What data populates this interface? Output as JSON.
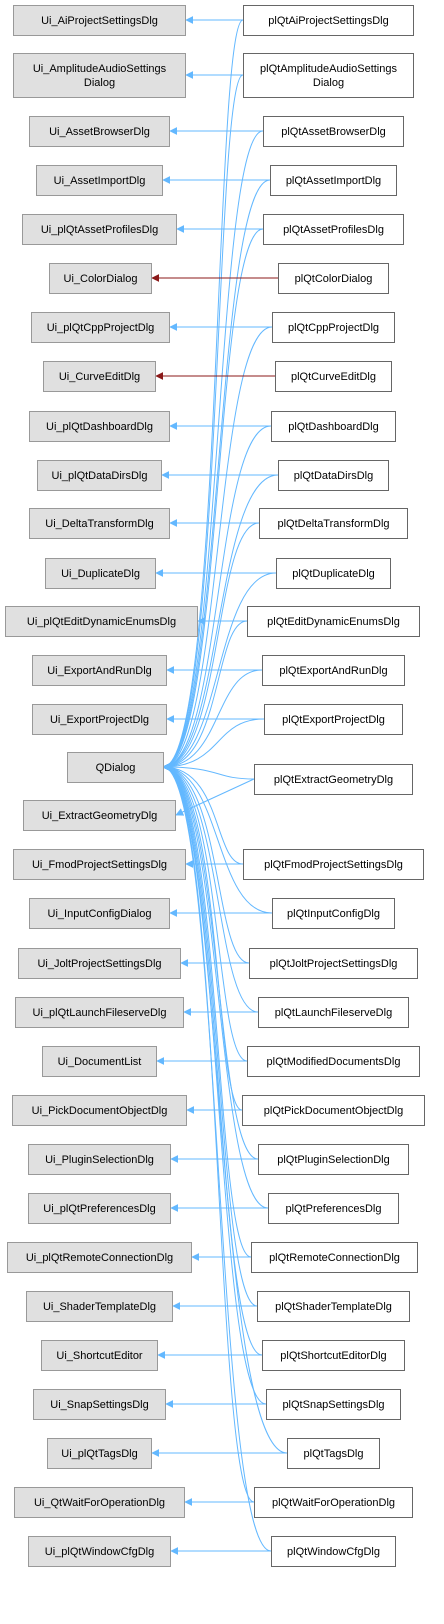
{
  "diagram": {
    "type": "class-inheritance-graph",
    "colors": {
      "left_fill": "#e0e0e0",
      "left_stroke": "#999999",
      "right_fill": "#ffffff",
      "right_stroke": "#666666",
      "edge_usage": "#63b8ff",
      "edge_inherit": "#8b1a1a"
    },
    "root": {
      "id": "qdialog",
      "label": "QDialog"
    },
    "left_nodes": [
      {
        "id": "l0",
        "lines": [
          "Ui_AiProjectSettingsDlg"
        ]
      },
      {
        "id": "l1",
        "lines": [
          "Ui_AmplitudeAudioSettings",
          "Dialog"
        ]
      },
      {
        "id": "l2",
        "lines": [
          "Ui_AssetBrowserDlg"
        ]
      },
      {
        "id": "l3",
        "lines": [
          "Ui_AssetImportDlg"
        ]
      },
      {
        "id": "l4",
        "lines": [
          "Ui_plQtAssetProfilesDlg"
        ]
      },
      {
        "id": "l5",
        "lines": [
          "Ui_ColorDialog"
        ]
      },
      {
        "id": "l6",
        "lines": [
          "Ui_plQtCppProjectDlg"
        ]
      },
      {
        "id": "l7",
        "lines": [
          "Ui_CurveEditDlg"
        ]
      },
      {
        "id": "l8",
        "lines": [
          "Ui_plQtDashboardDlg"
        ]
      },
      {
        "id": "l9",
        "lines": [
          "Ui_plQtDataDirsDlg"
        ]
      },
      {
        "id": "l10",
        "lines": [
          "Ui_DeltaTransformDlg"
        ]
      },
      {
        "id": "l11",
        "lines": [
          "Ui_DuplicateDlg"
        ]
      },
      {
        "id": "l12",
        "lines": [
          "Ui_plQtEditDynamicEnumsDlg"
        ]
      },
      {
        "id": "l13",
        "lines": [
          "Ui_ExportAndRunDlg"
        ]
      },
      {
        "id": "l14",
        "lines": [
          "Ui_ExportProjectDlg"
        ]
      },
      {
        "id": "l15",
        "lines": [
          "Ui_ExtractGeometryDlg"
        ]
      },
      {
        "id": "l16",
        "lines": [
          "Ui_FmodProjectSettingsDlg"
        ]
      },
      {
        "id": "l17",
        "lines": [
          "Ui_InputConfigDialog"
        ]
      },
      {
        "id": "l18",
        "lines": [
          "Ui_JoltProjectSettingsDlg"
        ]
      },
      {
        "id": "l19",
        "lines": [
          "Ui_plQtLaunchFileserveDlg"
        ]
      },
      {
        "id": "l20",
        "lines": [
          "Ui_DocumentList"
        ]
      },
      {
        "id": "l21",
        "lines": [
          "Ui_PickDocumentObjectDlg"
        ]
      },
      {
        "id": "l22",
        "lines": [
          "Ui_PluginSelectionDlg"
        ]
      },
      {
        "id": "l23",
        "lines": [
          "Ui_plQtPreferencesDlg"
        ]
      },
      {
        "id": "l24",
        "lines": [
          "Ui_plQtRemoteConnectionDlg"
        ]
      },
      {
        "id": "l25",
        "lines": [
          "Ui_ShaderTemplateDlg"
        ]
      },
      {
        "id": "l26",
        "lines": [
          "Ui_ShortcutEditor"
        ]
      },
      {
        "id": "l27",
        "lines": [
          "Ui_SnapSettingsDlg"
        ]
      },
      {
        "id": "l28",
        "lines": [
          "Ui_plQtTagsDlg"
        ]
      },
      {
        "id": "l29",
        "lines": [
          "Ui_QtWaitForOperationDlg"
        ]
      },
      {
        "id": "l30",
        "lines": [
          "Ui_plQtWindowCfgDlg"
        ]
      }
    ],
    "right_nodes": [
      {
        "id": "r0",
        "lines": [
          "plQtAiProjectSettingsDlg"
        ],
        "uses": "l0"
      },
      {
        "id": "r1",
        "lines": [
          "plQtAmplitudeAudioSettings",
          "Dialog"
        ],
        "uses": "l1"
      },
      {
        "id": "r2",
        "lines": [
          "plQtAssetBrowserDlg"
        ],
        "uses": "l2"
      },
      {
        "id": "r3",
        "lines": [
          "plQtAssetImportDlg"
        ],
        "uses": "l3"
      },
      {
        "id": "r4",
        "lines": [
          "plQtAssetProfilesDlg"
        ],
        "uses": "l4"
      },
      {
        "id": "r5",
        "lines": [
          "plQtColorDialog"
        ],
        "uses": "l5",
        "edge_kind": "inherit"
      },
      {
        "id": "r6",
        "lines": [
          "plQtCppProjectDlg"
        ],
        "uses": "l6"
      },
      {
        "id": "r7",
        "lines": [
          "plQtCurveEditDlg"
        ],
        "uses": "l7",
        "edge_kind": "inherit"
      },
      {
        "id": "r8",
        "lines": [
          "plQtDashboardDlg"
        ],
        "uses": "l8"
      },
      {
        "id": "r9",
        "lines": [
          "plQtDataDirsDlg"
        ],
        "uses": "l9"
      },
      {
        "id": "r10",
        "lines": [
          "plQtDeltaTransformDlg"
        ],
        "uses": "l10"
      },
      {
        "id": "r11",
        "lines": [
          "plQtDuplicateDlg"
        ],
        "uses": "l11"
      },
      {
        "id": "r12",
        "lines": [
          "plQtEditDynamicEnumsDlg"
        ],
        "uses": "l12"
      },
      {
        "id": "r13",
        "lines": [
          "plQtExportAndRunDlg"
        ],
        "uses": "l13"
      },
      {
        "id": "r14",
        "lines": [
          "plQtExportProjectDlg"
        ],
        "uses": "l14"
      },
      {
        "id": "r15",
        "lines": [
          "plQtExtractGeometryDlg"
        ],
        "uses": "l15"
      },
      {
        "id": "r16",
        "lines": [
          "plQtFmodProjectSettingsDlg"
        ],
        "uses": "l16"
      },
      {
        "id": "r17",
        "lines": [
          "plQtInputConfigDlg"
        ],
        "uses": "l17"
      },
      {
        "id": "r18",
        "lines": [
          "plQtJoltProjectSettingsDlg"
        ],
        "uses": "l18"
      },
      {
        "id": "r19",
        "lines": [
          "plQtLaunchFileserveDlg"
        ],
        "uses": "l19"
      },
      {
        "id": "r20",
        "lines": [
          "plQtModifiedDocumentsDlg"
        ],
        "uses": "l20"
      },
      {
        "id": "r21",
        "lines": [
          "plQtPickDocumentObjectDlg"
        ],
        "uses": "l21"
      },
      {
        "id": "r22",
        "lines": [
          "plQtPluginSelectionDlg"
        ],
        "uses": "l22"
      },
      {
        "id": "r23",
        "lines": [
          "plQtPreferencesDlg"
        ],
        "uses": "l23"
      },
      {
        "id": "r24",
        "lines": [
          "plQtRemoteConnectionDlg"
        ],
        "uses": "l24"
      },
      {
        "id": "r25",
        "lines": [
          "plQtShaderTemplateDlg"
        ],
        "uses": "l25"
      },
      {
        "id": "r26",
        "lines": [
          "plQtShortcutEditorDlg"
        ],
        "uses": "l26"
      },
      {
        "id": "r27",
        "lines": [
          "plQtSnapSettingsDlg"
        ],
        "uses": "l27"
      },
      {
        "id": "r28",
        "lines": [
          "plQtTagsDlg"
        ],
        "uses": "l28"
      },
      {
        "id": "r29",
        "lines": [
          "plQtWaitForOperationDlg"
        ],
        "uses": "l29"
      },
      {
        "id": "r30",
        "lines": [
          "plQtWindowCfgDlg"
        ],
        "uses": "l30"
      }
    ],
    "root_derived": [
      "r0",
      "r1",
      "r2",
      "r3",
      "r4",
      "r6",
      "r8",
      "r9",
      "r10",
      "r11",
      "r12",
      "r13",
      "r14",
      "r15",
      "r16",
      "r17",
      "r18",
      "r19",
      "r20",
      "r21",
      "r22",
      "r23",
      "r24",
      "r25",
      "r26",
      "r27",
      "r28",
      "r29",
      "r30"
    ]
  }
}
